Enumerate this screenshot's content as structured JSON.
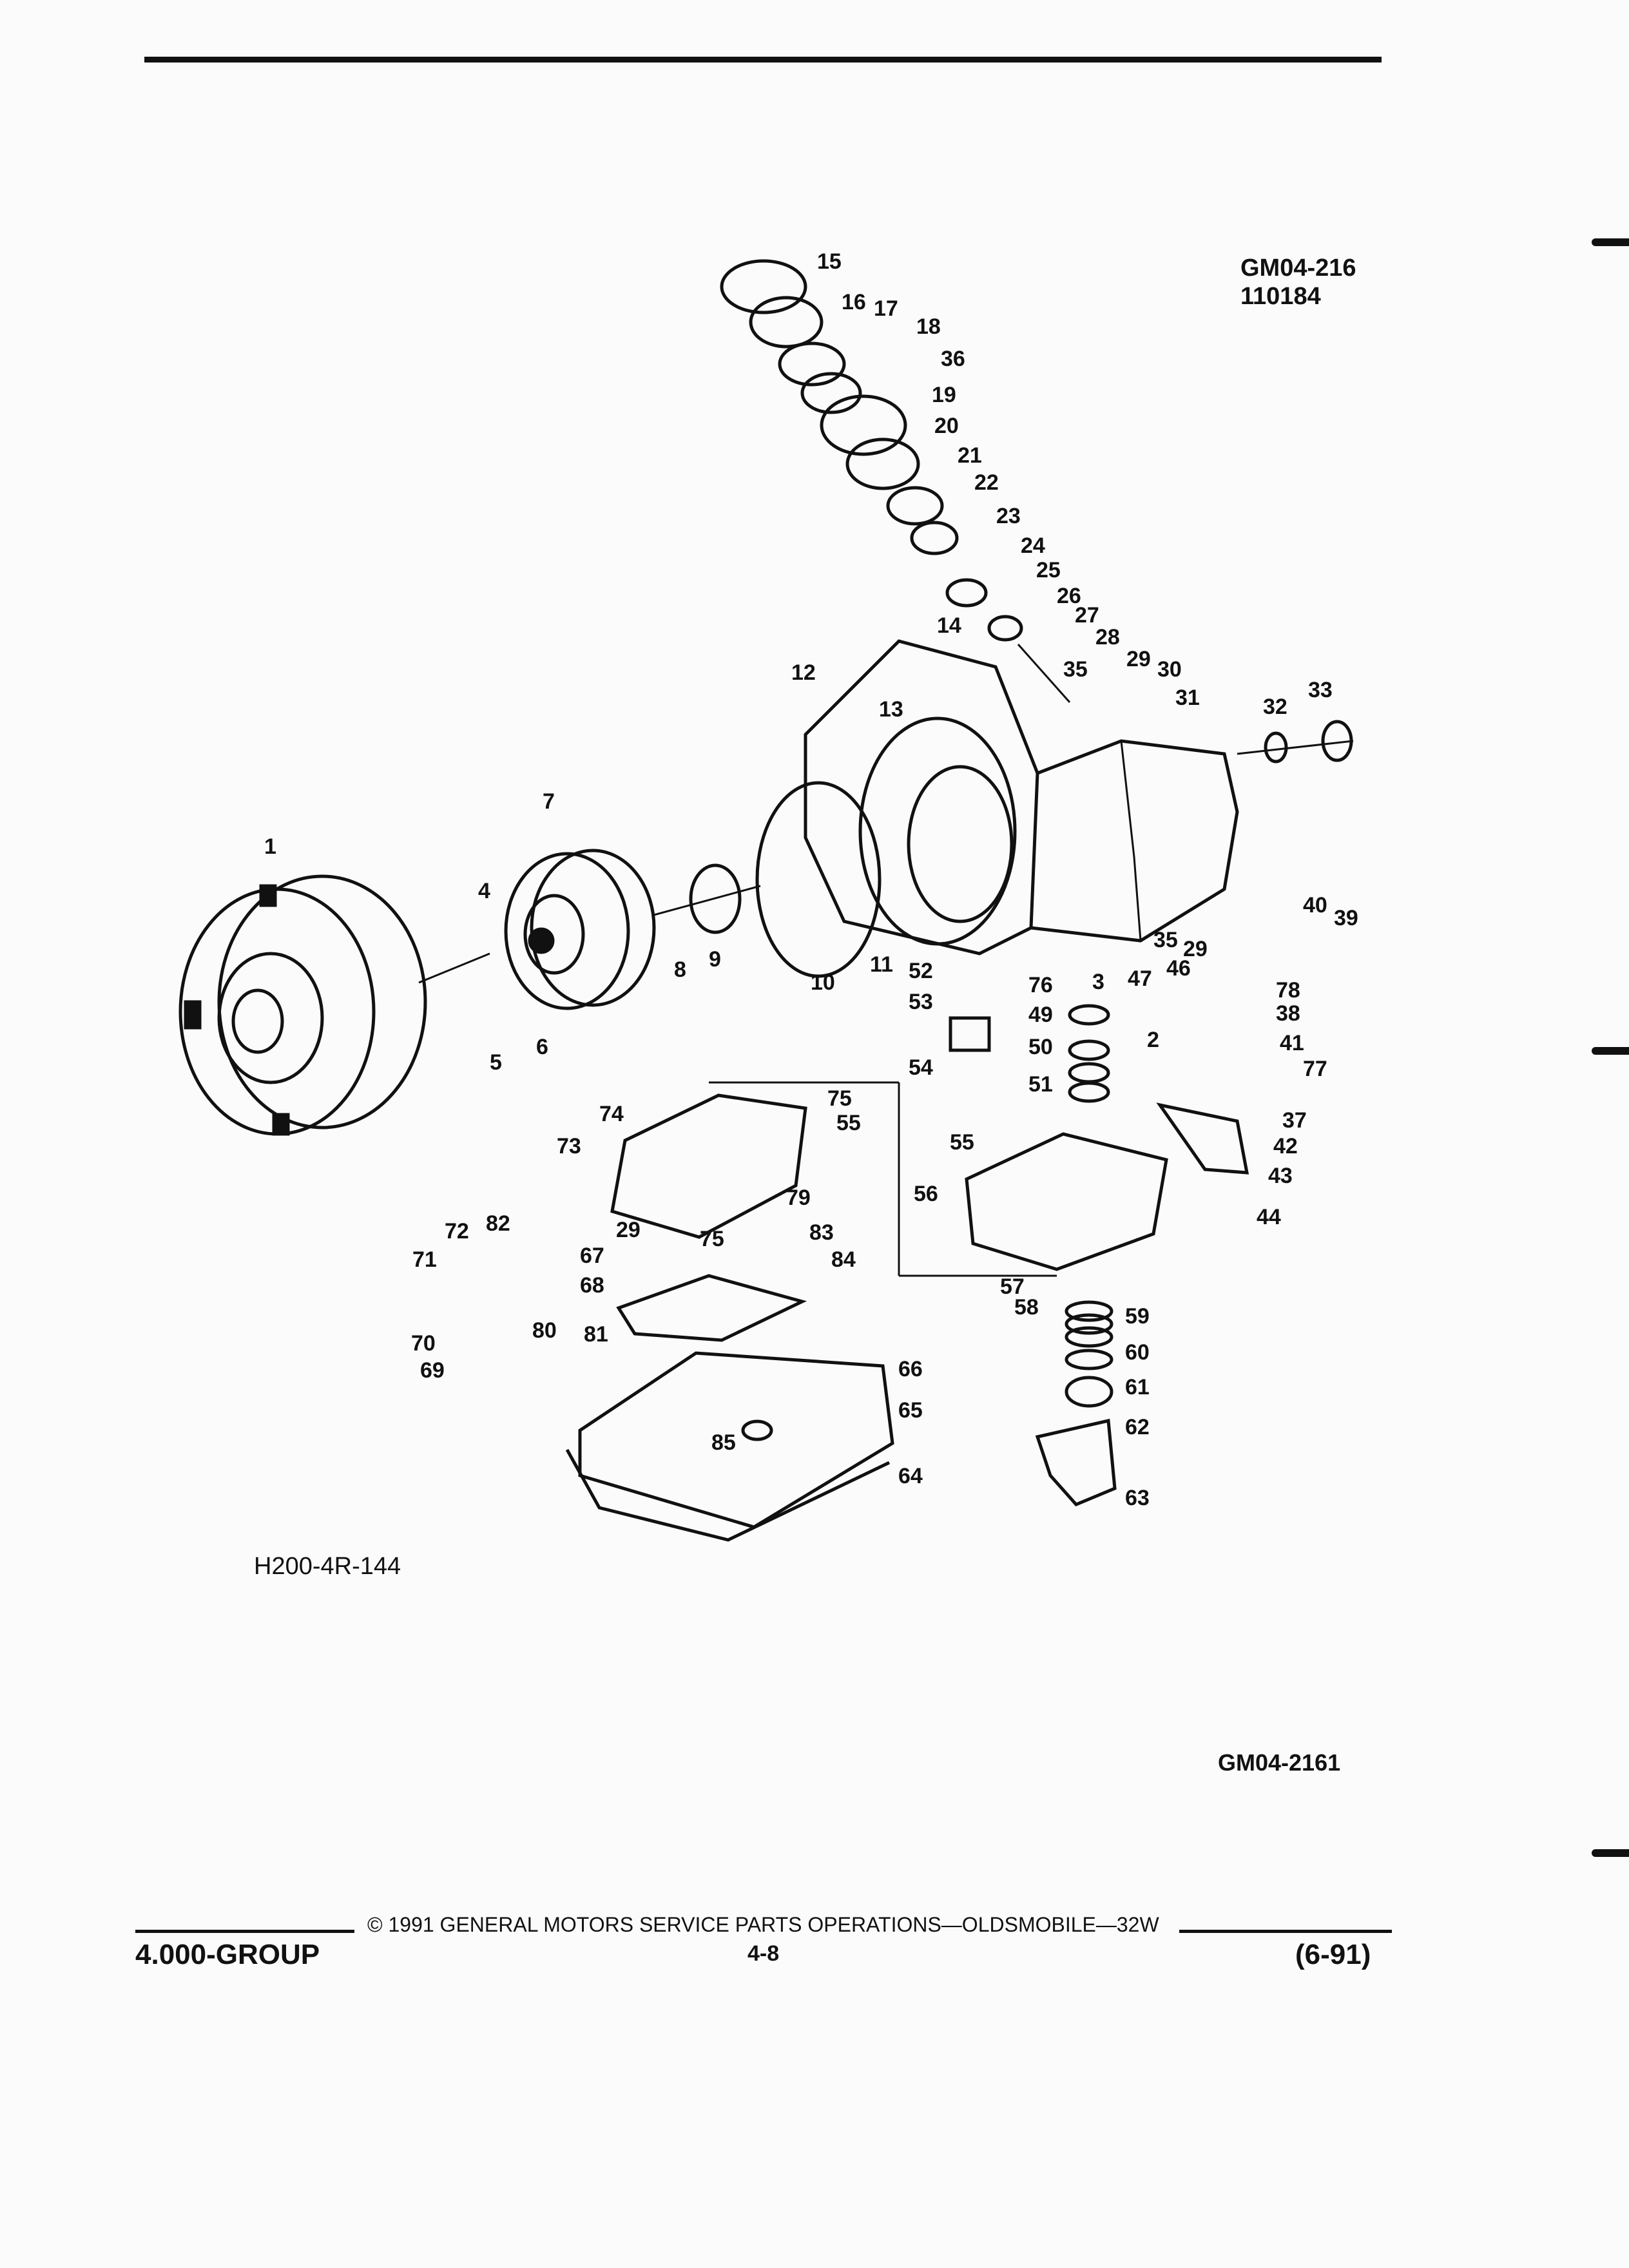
{
  "header": {
    "ref_line1": "GM04-216",
    "ref_line2": "110184"
  },
  "diagram": {
    "sub_caption": "H200-4R-144",
    "ref_bottom": "GM04-2161",
    "callouts": {
      "c1": "1",
      "c2": "2",
      "c3": "3",
      "c4": "4",
      "c5": "5",
      "c6": "6",
      "c7": "7",
      "c8": "8",
      "c9": "9",
      "c10": "10",
      "c11": "11",
      "c12": "12",
      "c13": "13",
      "c14": "14",
      "c15": "15",
      "c16": "16",
      "c17": "17",
      "c18": "18",
      "c19": "19",
      "c20": "20",
      "c21": "21",
      "c22": "22",
      "c23": "23",
      "c24": "24",
      "c25": "25",
      "c26": "26",
      "c27": "27",
      "c28": "28",
      "c29a": "29",
      "c29b": "29",
      "c29c": "29",
      "c30": "30",
      "c31": "31",
      "c32": "32",
      "c33": "33",
      "c35a": "35",
      "c35b": "35",
      "c36": "36",
      "c37": "37",
      "c38": "38",
      "c39": "39",
      "c40": "40",
      "c41": "41",
      "c42": "42",
      "c43": "43",
      "c44": "44",
      "c46": "46",
      "c47": "47",
      "c49": "49",
      "c50": "50",
      "c51": "51",
      "c52": "52",
      "c53": "53",
      "c54": "54",
      "c55a": "55",
      "c55b": "55",
      "c56": "56",
      "c57": "57",
      "c58": "58",
      "c59": "59",
      "c60": "60",
      "c61": "61",
      "c62": "62",
      "c63": "63",
      "c64": "64",
      "c65": "65",
      "c66": "66",
      "c67": "67",
      "c68": "68",
      "c69": "69",
      "c70": "70",
      "c71": "71",
      "c72": "72",
      "c73": "73",
      "c74": "74",
      "c75a": "75",
      "c75b": "75",
      "c76": "76",
      "c77": "77",
      "c78": "78",
      "c79": "79",
      "c80": "80",
      "c81": "81",
      "c82": "82",
      "c83": "83",
      "c84": "84",
      "c85": "85"
    }
  },
  "footer": {
    "group": "4.000-GROUP",
    "copyright": "© 1991 GENERAL MOTORS SERVICE PARTS OPERATIONS—OLDSMOBILE—32W",
    "page": "4-8",
    "date": "(6-91)"
  }
}
